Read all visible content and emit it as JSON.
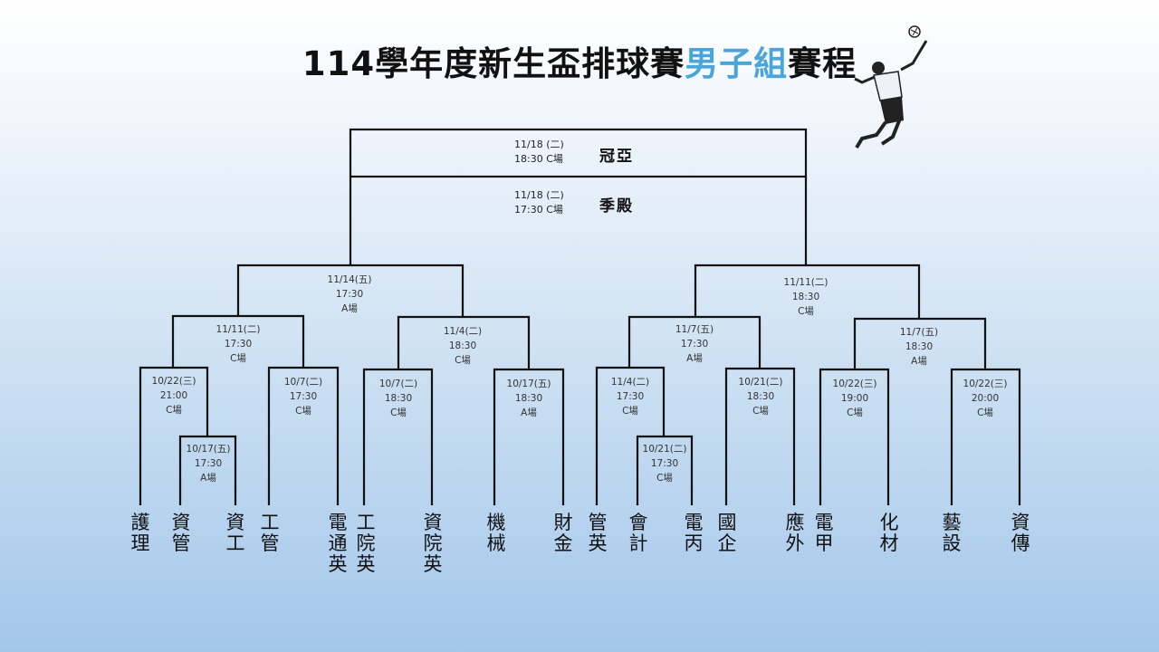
{
  "title": {
    "part1": "114學年度新生盃排球賽",
    "highlight": "男子組",
    "part2": "賽程",
    "highlight_color": "#4aa6da"
  },
  "finals": [
    {
      "date": "11/18 (二)",
      "time_venue": "18:30 C場",
      "label": "冠亞"
    },
    {
      "date": "11/18 (二)",
      "time_venue": "17:30 C場",
      "label": "季殿"
    }
  ],
  "matches": [
    {
      "date": "11/14(五)",
      "time": "17:30",
      "venue": "A場"
    },
    {
      "date": "11/11(二)",
      "time": "18:30",
      "venue": "C場"
    },
    {
      "date": "11/11(二)",
      "time": "17:30",
      "venue": "C場"
    },
    {
      "date": "11/4(二)",
      "time": "18:30",
      "venue": "C場"
    },
    {
      "date": "11/7(五)",
      "time": "17:30",
      "venue": "A場"
    },
    {
      "date": "11/7(五)",
      "time": "18:30",
      "venue": "A場"
    },
    {
      "date": "10/22(三)",
      "time": "21:00",
      "venue": "C場"
    },
    {
      "date": "10/17(五)",
      "time": "17:30",
      "venue": "A場"
    },
    {
      "date": "10/7(二)",
      "time": "17:30",
      "venue": "C場"
    },
    {
      "date": "10/7(二)",
      "time": "18:30",
      "venue": "C場"
    },
    {
      "date": "10/17(五)",
      "time": "18:30",
      "venue": "A場"
    },
    {
      "date": "11/4(二)",
      "time": "17:30",
      "venue": "C場"
    },
    {
      "date": "10/21(二)",
      "time": "17:30",
      "venue": "C場"
    },
    {
      "date": "10/21(二)",
      "time": "18:30",
      "venue": "C場"
    },
    {
      "date": "10/22(三)",
      "time": "19:00",
      "venue": "C場"
    },
    {
      "date": "10/22(三)",
      "time": "20:00",
      "venue": "C場"
    }
  ],
  "teams": [
    "護理",
    "資管",
    "資工",
    "工管",
    "電通英",
    "工院英",
    "資院英",
    "機械",
    "財金",
    "管英",
    "會計",
    "電丙",
    "國企",
    "應外",
    "電甲",
    "化材",
    "藝設",
    "資傳"
  ]
}
